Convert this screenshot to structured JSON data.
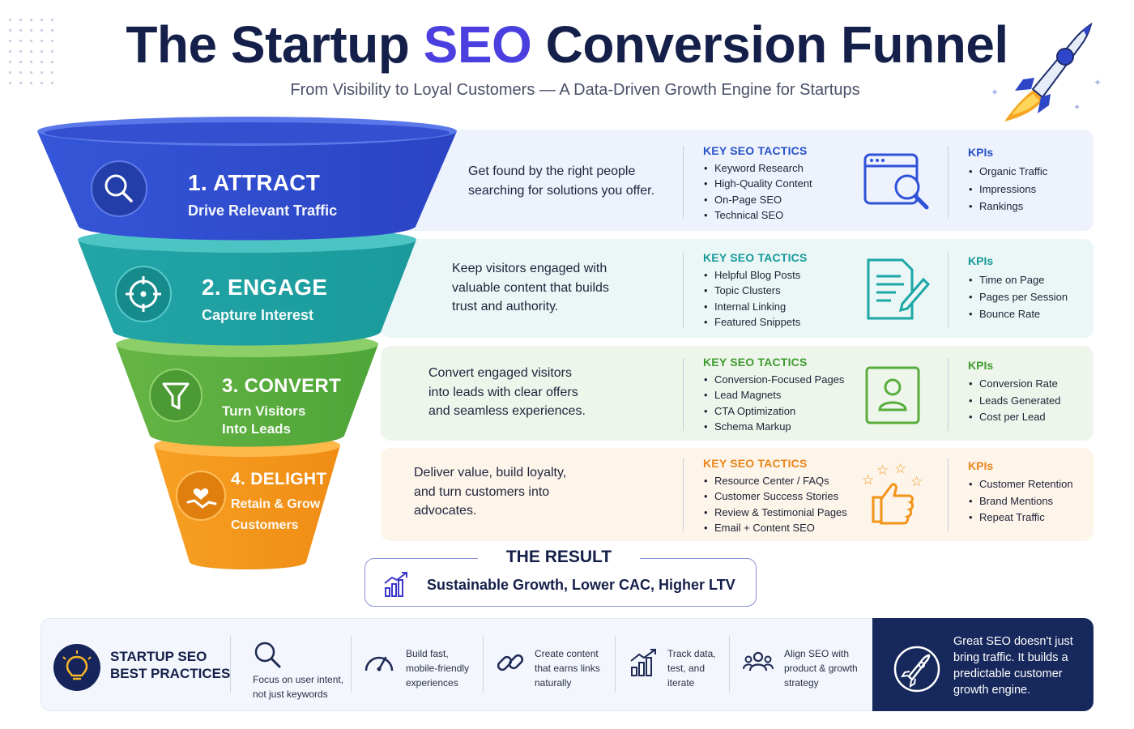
{
  "header": {
    "title_pre": "The Startup",
    "title_highlight": "SEO",
    "title_post": "Conversion Funnel",
    "subtitle": "From Visibility to Loyal Customers — A Data-Driven Growth Engine for Startups"
  },
  "stages": [
    {
      "title": "1. ATTRACT",
      "subtitle": "Drive Relevant Traffic",
      "description": [
        "Get found by the right people",
        "searching for solutions you offer."
      ],
      "tactics_heading": "KEY SEO TACTICS",
      "tactics": [
        "Keyword Research",
        "High-Quality Content",
        "On-Page SEO",
        "Technical SEO"
      ],
      "kpi_heading": "KPIs",
      "kpis": [
        "Organic Traffic",
        "Impressions",
        "Rankings"
      ],
      "color": "#2f52d8",
      "icon": "search-icon",
      "side_icon": "browser-search-icon"
    },
    {
      "title": "2. ENGAGE",
      "subtitle": "Capture Interest",
      "description": [
        "Keep visitors engaged with",
        "valuable content that builds",
        "trust and authority."
      ],
      "tactics_heading": "KEY SEO TACTICS",
      "tactics": [
        "Helpful Blog Posts",
        "Topic Clusters",
        "Internal Linking",
        "Featured Snippets"
      ],
      "kpi_heading": "KPIs",
      "kpis": [
        "Time on Page",
        "Pages per Session",
        "Bounce Rate"
      ],
      "color": "#1ba7a6",
      "icon": "target-icon",
      "side_icon": "document-edit-icon"
    },
    {
      "title": "3. CONVERT",
      "subtitle": [
        "Turn Visitors",
        "Into Leads"
      ],
      "description": [
        "Convert engaged visitors",
        "into leads with clear offers",
        "and seamless experiences."
      ],
      "tactics_heading": "KEY SEO TACTICS",
      "tactics": [
        "Conversion-Focused Pages",
        "Lead Magnets",
        "CTA Optimization",
        "Schema Markup"
      ],
      "kpi_heading": "KPIs",
      "kpis": [
        "Conversion Rate",
        "Leads Generated",
        "Cost per Lead"
      ],
      "color": "#58ad3c",
      "icon": "filter-icon",
      "side_icon": "profile-card-icon"
    },
    {
      "title": "4. DELIGHT",
      "subtitle": [
        "Retain & Grow",
        "Customers"
      ],
      "description": [
        "Deliver value, build loyalty,",
        "and turn customers into",
        "advocates."
      ],
      "tactics_heading": "KEY SEO TACTICS",
      "tactics": [
        "Resource Center / FAQs",
        "Customer Success Stories",
        "Review & Testimonial Pages",
        "Email + Content SEO"
      ],
      "kpi_heading": "KPIs",
      "kpis": [
        "Customer Retention",
        "Brand Mentions",
        "Repeat Traffic"
      ],
      "color": "#f39419",
      "icon": "handshake-heart-icon",
      "side_icon": "thumbs-up-stars-icon"
    }
  ],
  "result": {
    "label": "THE RESULT",
    "text": "Sustainable Growth, Lower CAC, Higher LTV",
    "icon": "growth-chart-icon"
  },
  "best_practices": {
    "title": [
      "STARTUP SEO",
      "BEST PRACTICES"
    ],
    "icon": "lightbulb-icon",
    "tips": [
      {
        "lines": [
          "Focus on user intent,",
          "not just keywords"
        ],
        "icon": "magnifier-icon"
      },
      {
        "lines": [
          "Build fast,",
          "mobile-friendly",
          "experiences"
        ],
        "icon": "speedometer-icon"
      },
      {
        "lines": [
          "Create content",
          "that earns links",
          "naturally"
        ],
        "icon": "link-icon"
      },
      {
        "lines": [
          "Track data,",
          "test, and",
          "iterate"
        ],
        "icon": "bar-chart-icon"
      },
      {
        "lines": [
          "Align SEO with",
          "product & growth",
          "strategy"
        ],
        "icon": "team-icon"
      }
    ],
    "quote": [
      "Great SEO doesn't just",
      "bring traffic. It builds a",
      "predictable customer",
      "growth engine."
    ],
    "quote_icon": "rocket-icon"
  }
}
